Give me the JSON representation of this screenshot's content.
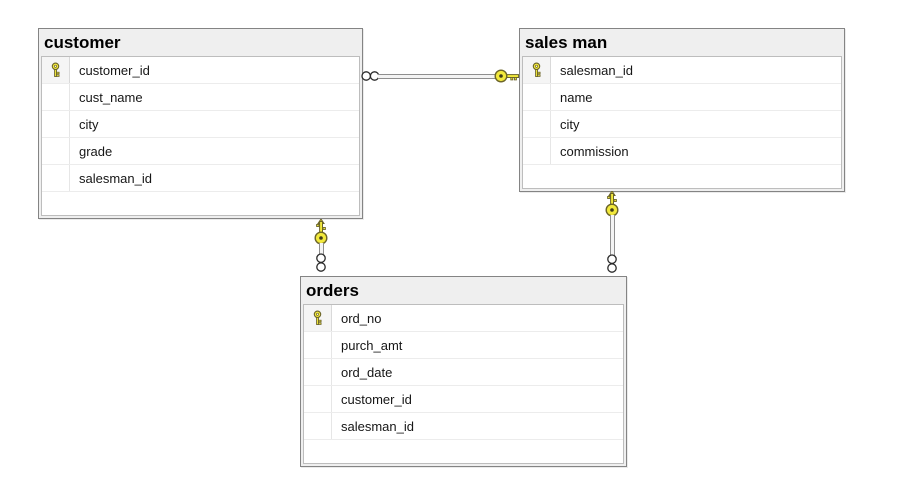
{
  "diagram": {
    "tables": [
      {
        "id": "customer",
        "title": "customer",
        "rows": [
          {
            "label": "customer_id",
            "key": true
          },
          {
            "label": "cust_name",
            "key": false
          },
          {
            "label": "city",
            "key": false
          },
          {
            "label": "grade",
            "key": false
          },
          {
            "label": "salesman_id",
            "key": false
          }
        ]
      },
      {
        "id": "salesman",
        "title": "sales man",
        "rows": [
          {
            "label": "salesman_id",
            "key": true
          },
          {
            "label": "name",
            "key": false
          },
          {
            "label": "city",
            "key": false
          },
          {
            "label": "commission",
            "key": false
          }
        ]
      },
      {
        "id": "orders",
        "title": "orders",
        "rows": [
          {
            "label": "ord_no",
            "key": true
          },
          {
            "label": "purch_amt",
            "key": false
          },
          {
            "label": "ord_date",
            "key": false
          },
          {
            "label": "customer_id",
            "key": false
          },
          {
            "label": "salesman_id",
            "key": false
          }
        ]
      }
    ],
    "relationships": [
      {
        "name": "customer-salesman",
        "one_side": "sales man",
        "many_side": "customer",
        "one_end_icon": "key-icon",
        "many_end_icon": "infinity-icon"
      },
      {
        "name": "customer-orders",
        "one_side": "customer",
        "many_side": "orders",
        "one_end_icon": "key-icon",
        "many_end_icon": "infinity-icon"
      },
      {
        "name": "salesman-orders",
        "one_side": "sales man",
        "many_side": "orders",
        "one_end_icon": "key-icon",
        "many_end_icon": "infinity-icon"
      }
    ],
    "icons": {
      "primary_key": "key-icon",
      "many_cardinality": "infinity-icon"
    },
    "colors": {
      "canvas_bg": "#ffffff",
      "table_header_bg": "#efefef",
      "table_border": "#848484",
      "inner_border": "#bdbdbd",
      "row_separator": "#ececec",
      "key_column_bg": "#f5f5f5",
      "connector_gray": "#8f8f8f",
      "key_yellow": "#f2e93c",
      "key_outline": "#6b6428"
    }
  }
}
